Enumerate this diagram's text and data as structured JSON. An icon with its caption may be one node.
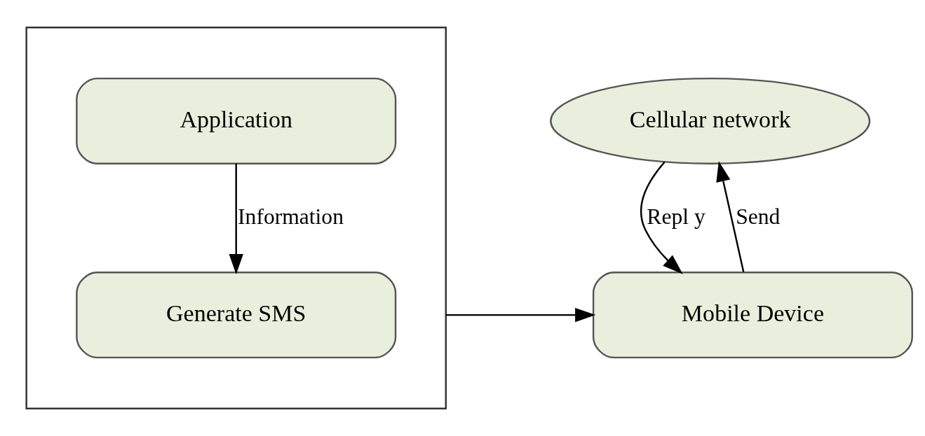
{
  "diagram": {
    "nodes": [
      {
        "text": [],
        "shape": "box"
      },
      {
        "text": [
          "Application"
        ],
        "in": 0
      },
      {
        "text": [
          "Generate SMS"
        ],
        "in": 0
      },
      {
        "text": [
          "Mobile Device"
        ]
      },
      {
        "text": [
          "Cellular network"
        ]
      }
    ],
    "edges": [
      {
        "from": 1,
        "to": 2,
        "arrow": "to",
        "label": "Information"
      },
      {
        "from": 0,
        "to": 3,
        "arrow": "to"
      },
      {
        "from": 3,
        "to": 4,
        "arrow": "to",
        "label": "Send"
      },
      {
        "from": 4,
        "to": 3,
        "arrow": "to",
        "label": "Repl y"
      }
    ]
  }
}
